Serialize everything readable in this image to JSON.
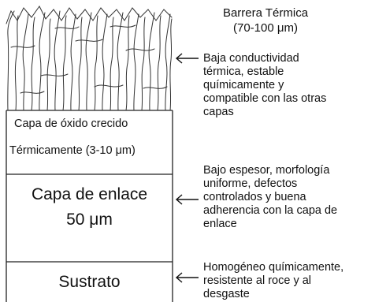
{
  "layers": {
    "barrier": {
      "title": "Barrera Térmica",
      "thickness": "(70-100 μm)",
      "note": "Baja conductividad\ntérmica, estable\nquímicamente y\ncompatible con las otras\ncapas"
    },
    "oxide": {
      "line1": "Capa de óxido crecido",
      "line2": "Térmicamente (3-10 μm)"
    },
    "bond": {
      "line1": "Capa de enlace",
      "line2": "50 μm",
      "note": "Bajo espesor, morfología\nuniforme, defectos\ncontrolados y buena\nadherencia con la capa de\nenlace"
    },
    "substrate": {
      "label": "Sustrato",
      "note": "Homogéneo químicamente,\nresistente al roce y al\ndesgaste"
    }
  },
  "colors": {
    "ink": "#111111",
    "background": "#ffffff"
  }
}
